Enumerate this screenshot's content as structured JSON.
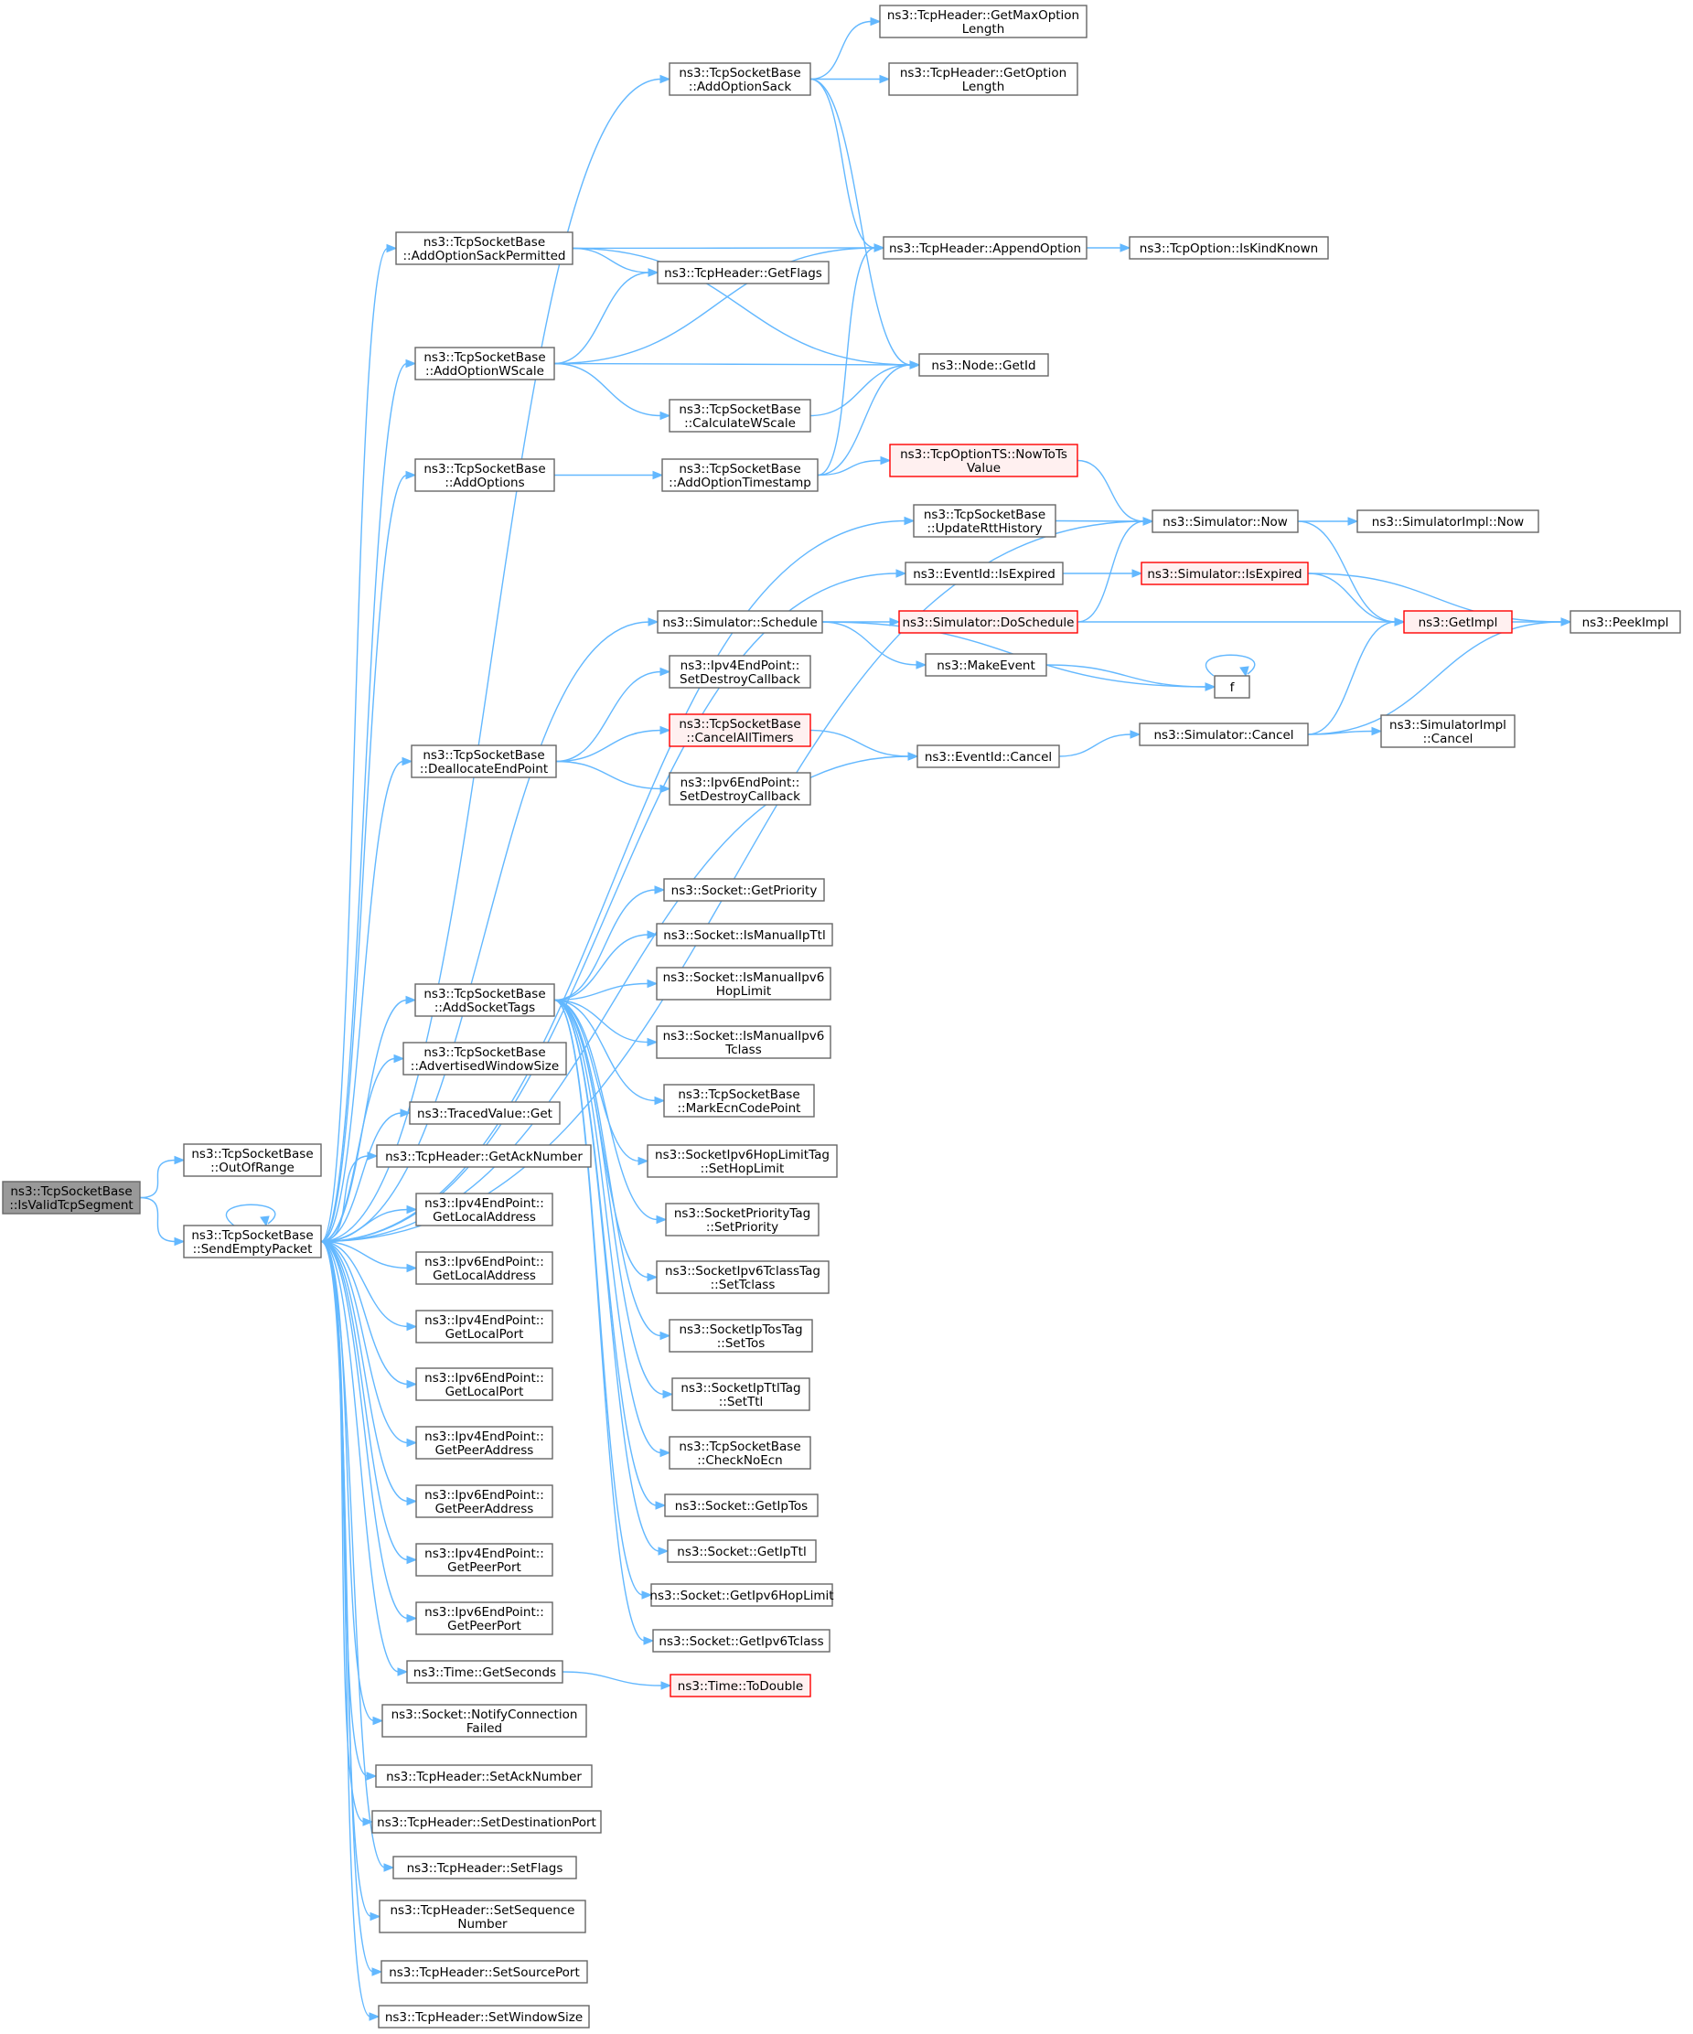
{
  "diagram": {
    "type": "call-graph",
    "colors": {
      "edge": "#63b8ff",
      "node_border": "#666666",
      "root_fill": "#999999",
      "truncated_border": "#ff0000",
      "truncated_fill": "#fff0f0"
    },
    "nodes": [
      {
        "id": "IsValid",
        "lines": [
          "ns3::TcpSocketBase",
          "::IsValidTcpSegment"
        ],
        "style": "root"
      },
      {
        "id": "OutOfRange",
        "lines": [
          "ns3::TcpSocketBase",
          "::OutOfRange"
        ]
      },
      {
        "id": "SendEmpty",
        "lines": [
          "ns3::TcpSocketBase",
          "::SendEmptyPacket"
        ]
      },
      {
        "id": "AddOptionSack",
        "lines": [
          "ns3::TcpSocketBase",
          "::AddOptionSack"
        ]
      },
      {
        "id": "AddOptionSackPermitted",
        "lines": [
          "ns3::TcpSocketBase",
          "::AddOptionSackPermitted"
        ]
      },
      {
        "id": "AddOptionWScale",
        "lines": [
          "ns3::TcpSocketBase",
          "::AddOptionWScale"
        ]
      },
      {
        "id": "AddOptions",
        "lines": [
          "ns3::TcpSocketBase",
          "::AddOptions"
        ]
      },
      {
        "id": "UpdateRtt",
        "lines": [
          "ns3::TcpSocketBase",
          "::UpdateRttHistory"
        ]
      },
      {
        "id": "EvIsExpired",
        "lines": [
          "ns3::EventId::IsExpired"
        ]
      },
      {
        "id": "Schedule",
        "lines": [
          "ns3::Simulator::Schedule"
        ]
      },
      {
        "id": "Dealloc",
        "lines": [
          "ns3::TcpSocketBase",
          "::DeallocateEndPoint"
        ]
      },
      {
        "id": "EvCancel",
        "lines": [
          "ns3::EventId::Cancel"
        ]
      },
      {
        "id": "AddSocketTags",
        "lines": [
          "ns3::TcpSocketBase",
          "::AddSocketTags"
        ]
      },
      {
        "id": "AdvWin",
        "lines": [
          "ns3::TcpSocketBase",
          "::AdvertisedWindowSize"
        ]
      },
      {
        "id": "TracedGet",
        "lines": [
          "ns3::TracedValue::Get"
        ]
      },
      {
        "id": "GetAckNumber",
        "lines": [
          "ns3::TcpHeader::GetAckNumber"
        ]
      },
      {
        "id": "Ipv4LA",
        "lines": [
          "ns3::Ipv4EndPoint::",
          "GetLocalAddress"
        ]
      },
      {
        "id": "Ipv6LA",
        "lines": [
          "ns3::Ipv6EndPoint::",
          "GetLocalAddress"
        ]
      },
      {
        "id": "Ipv4LP",
        "lines": [
          "ns3::Ipv4EndPoint::",
          "GetLocalPort"
        ]
      },
      {
        "id": "Ipv6LP",
        "lines": [
          "ns3::Ipv6EndPoint::",
          "GetLocalPort"
        ]
      },
      {
        "id": "Ipv4PA",
        "lines": [
          "ns3::Ipv4EndPoint::",
          "GetPeerAddress"
        ]
      },
      {
        "id": "Ipv6PA",
        "lines": [
          "ns3::Ipv6EndPoint::",
          "GetPeerAddress"
        ]
      },
      {
        "id": "Ipv4PP",
        "lines": [
          "ns3::Ipv4EndPoint::",
          "GetPeerPort"
        ]
      },
      {
        "id": "Ipv6PP",
        "lines": [
          "ns3::Ipv6EndPoint::",
          "GetPeerPort"
        ]
      },
      {
        "id": "GetSeconds",
        "lines": [
          "ns3::Time::GetSeconds"
        ]
      },
      {
        "id": "NotifyConnFailed",
        "lines": [
          "ns3::Socket::NotifyConnection",
          "Failed"
        ]
      },
      {
        "id": "SetAckNumber",
        "lines": [
          "ns3::TcpHeader::SetAckNumber"
        ]
      },
      {
        "id": "SetDestPort",
        "lines": [
          "ns3::TcpHeader::SetDestinationPort"
        ]
      },
      {
        "id": "SetFlags",
        "lines": [
          "ns3::TcpHeader::SetFlags"
        ]
      },
      {
        "id": "SetSeqNum",
        "lines": [
          "ns3::TcpHeader::SetSequence",
          "Number"
        ]
      },
      {
        "id": "SetSrcPort",
        "lines": [
          "ns3::TcpHeader::SetSourcePort"
        ]
      },
      {
        "id": "SetWinSize",
        "lines": [
          "ns3::TcpHeader::SetWindowSize"
        ]
      },
      {
        "id": "GetMaxOptLen",
        "lines": [
          "ns3::TcpHeader::GetMaxOption",
          "Length"
        ]
      },
      {
        "id": "GetOptLen",
        "lines": [
          "ns3::TcpHeader::GetOption",
          "Length"
        ]
      },
      {
        "id": "AppendOption",
        "lines": [
          "ns3::TcpHeader::AppendOption"
        ]
      },
      {
        "id": "GetFlags",
        "lines": [
          "ns3::TcpHeader::GetFlags"
        ]
      },
      {
        "id": "NodeGetId",
        "lines": [
          "ns3::Node::GetId"
        ]
      },
      {
        "id": "CalcWScale",
        "lines": [
          "ns3::TcpSocketBase",
          "::CalculateWScale"
        ]
      },
      {
        "id": "AddOptTs",
        "lines": [
          "ns3::TcpSocketBase",
          "::AddOptionTimestamp"
        ]
      },
      {
        "id": "NowToTs",
        "lines": [
          "ns3::TcpOptionTS::NowToTs",
          "Value"
        ],
        "style": "trunc"
      },
      {
        "id": "IsKindKnown",
        "lines": [
          "ns3::TcpOption::IsKindKnown"
        ]
      },
      {
        "id": "SimNow",
        "lines": [
          "ns3::Simulator::Now"
        ]
      },
      {
        "id": "SimImplNow",
        "lines": [
          "ns3::SimulatorImpl::Now"
        ]
      },
      {
        "id": "SimIsExpired",
        "lines": [
          "ns3::Simulator::IsExpired"
        ],
        "style": "trunc"
      },
      {
        "id": "DoSchedule",
        "lines": [
          "ns3::Simulator::DoSchedule"
        ],
        "style": "trunc"
      },
      {
        "id": "MakeEvent",
        "lines": [
          "ns3::MakeEvent"
        ]
      },
      {
        "id": "f",
        "lines": [
          "f"
        ]
      },
      {
        "id": "GetImpl",
        "lines": [
          "ns3::GetImpl"
        ],
        "style": "trunc"
      },
      {
        "id": "PeekImpl",
        "lines": [
          "ns3::PeekImpl"
        ]
      },
      {
        "id": "Ipv4SetDestroy",
        "lines": [
          "ns3::Ipv4EndPoint::",
          "SetDestroyCallback"
        ]
      },
      {
        "id": "CancelAllTimers",
        "lines": [
          "ns3::TcpSocketBase",
          "::CancelAllTimers"
        ],
        "style": "trunc"
      },
      {
        "id": "Ipv6SetDestroy",
        "lines": [
          "ns3::Ipv6EndPoint::",
          "SetDestroyCallback"
        ]
      },
      {
        "id": "SimCancel",
        "lines": [
          "ns3::Simulator::Cancel"
        ]
      },
      {
        "id": "SimImplCancel",
        "lines": [
          "ns3::SimulatorImpl",
          "::Cancel"
        ]
      },
      {
        "id": "GetPriority",
        "lines": [
          "ns3::Socket::GetPriority"
        ]
      },
      {
        "id": "IsManualIpTtl",
        "lines": [
          "ns3::Socket::IsManualIpTtl"
        ]
      },
      {
        "id": "IsManualHop",
        "lines": [
          "ns3::Socket::IsManualIpv6",
          "HopLimit"
        ]
      },
      {
        "id": "IsManualTclass",
        "lines": [
          "ns3::Socket::IsManualIpv6",
          "Tclass"
        ]
      },
      {
        "id": "MarkEcn",
        "lines": [
          "ns3::TcpSocketBase",
          "::MarkEcnCodePoint"
        ]
      },
      {
        "id": "SetHopLimit",
        "lines": [
          "ns3::SocketIpv6HopLimitTag",
          "::SetHopLimit"
        ]
      },
      {
        "id": "SetPriority",
        "lines": [
          "ns3::SocketPriorityTag",
          "::SetPriority"
        ]
      },
      {
        "id": "SetTclass",
        "lines": [
          "ns3::SocketIpv6TclassTag",
          "::SetTclass"
        ]
      },
      {
        "id": "SetTos",
        "lines": [
          "ns3::SocketIpTosTag",
          "::SetTos"
        ]
      },
      {
        "id": "SetTtl",
        "lines": [
          "ns3::SocketIpTtlTag",
          "::SetTtl"
        ]
      },
      {
        "id": "CheckNoEcn",
        "lines": [
          "ns3::TcpSocketBase",
          "::CheckNoEcn"
        ]
      },
      {
        "id": "GetIpTos",
        "lines": [
          "ns3::Socket::GetIpTos"
        ]
      },
      {
        "id": "GetIpTtl",
        "lines": [
          "ns3::Socket::GetIpTtl"
        ]
      },
      {
        "id": "GetHopLimit",
        "lines": [
          "ns3::Socket::GetIpv6HopLimit"
        ]
      },
      {
        "id": "GetTclass",
        "lines": [
          "ns3::Socket::GetIpv6Tclass"
        ]
      },
      {
        "id": "ToDouble",
        "lines": [
          "ns3::Time::ToDouble"
        ],
        "style": "trunc"
      }
    ],
    "edges": [
      [
        "IsValid",
        "OutOfRange"
      ],
      [
        "IsValid",
        "SendEmpty"
      ],
      [
        "SendEmpty",
        "SendEmpty"
      ],
      [
        "SendEmpty",
        "AddOptionSack"
      ],
      [
        "SendEmpty",
        "SimNow"
      ],
      [
        "SendEmpty",
        "AddOptionSackPermitted"
      ],
      [
        "SendEmpty",
        "AddOptionWScale"
      ],
      [
        "SendEmpty",
        "AddOptions"
      ],
      [
        "SendEmpty",
        "UpdateRtt"
      ],
      [
        "SendEmpty",
        "EvIsExpired"
      ],
      [
        "SendEmpty",
        "Schedule"
      ],
      [
        "SendEmpty",
        "Dealloc"
      ],
      [
        "SendEmpty",
        "EvCancel"
      ],
      [
        "SendEmpty",
        "AddSocketTags"
      ],
      [
        "SendEmpty",
        "AdvWin"
      ],
      [
        "SendEmpty",
        "TracedGet"
      ],
      [
        "SendEmpty",
        "GetAckNumber"
      ],
      [
        "SendEmpty",
        "Ipv4LA"
      ],
      [
        "SendEmpty",
        "Ipv6LA"
      ],
      [
        "SendEmpty",
        "Ipv4LP"
      ],
      [
        "SendEmpty",
        "Ipv6LP"
      ],
      [
        "SendEmpty",
        "Ipv4PA"
      ],
      [
        "SendEmpty",
        "Ipv6PA"
      ],
      [
        "SendEmpty",
        "Ipv4PP"
      ],
      [
        "SendEmpty",
        "Ipv6PP"
      ],
      [
        "SendEmpty",
        "GetSeconds"
      ],
      [
        "SendEmpty",
        "NotifyConnFailed"
      ],
      [
        "SendEmpty",
        "SetAckNumber"
      ],
      [
        "SendEmpty",
        "SetDestPort"
      ],
      [
        "SendEmpty",
        "SetFlags"
      ],
      [
        "SendEmpty",
        "SetSeqNum"
      ],
      [
        "SendEmpty",
        "SetSrcPort"
      ],
      [
        "SendEmpty",
        "SetWinSize"
      ],
      [
        "AddOptionSack",
        "GetMaxOptLen"
      ],
      [
        "AddOptionSack",
        "GetOptLen"
      ],
      [
        "AddOptionSack",
        "AppendOption"
      ],
      [
        "AddOptionSack",
        "NodeGetId"
      ],
      [
        "AddOptionSackPermitted",
        "AppendOption"
      ],
      [
        "AddOptionSackPermitted",
        "GetFlags"
      ],
      [
        "AddOptionSackPermitted",
        "NodeGetId"
      ],
      [
        "AddOptionWScale",
        "GetFlags"
      ],
      [
        "AddOptionWScale",
        "AppendOption"
      ],
      [
        "AddOptionWScale",
        "NodeGetId"
      ],
      [
        "AddOptionWScale",
        "CalcWScale"
      ],
      [
        "CalcWScale",
        "NodeGetId"
      ],
      [
        "AddOptions",
        "AddOptTs"
      ],
      [
        "AddOptTs",
        "AppendOption"
      ],
      [
        "AddOptTs",
        "NodeGetId"
      ],
      [
        "AddOptTs",
        "NowToTs"
      ],
      [
        "AppendOption",
        "IsKindKnown"
      ],
      [
        "NowToTs",
        "SimNow"
      ],
      [
        "UpdateRtt",
        "SimNow"
      ],
      [
        "SimNow",
        "SimImplNow"
      ],
      [
        "SimNow",
        "GetImpl"
      ],
      [
        "EvIsExpired",
        "SimIsExpired"
      ],
      [
        "SimIsExpired",
        "GetImpl"
      ],
      [
        "SimIsExpired",
        "PeekImpl"
      ],
      [
        "Schedule",
        "DoSchedule"
      ],
      [
        "Schedule",
        "MakeEvent"
      ],
      [
        "Schedule",
        "f"
      ],
      [
        "DoSchedule",
        "SimNow"
      ],
      [
        "DoSchedule",
        "GetImpl"
      ],
      [
        "MakeEvent",
        "f"
      ],
      [
        "f",
        "f"
      ],
      [
        "GetImpl",
        "PeekImpl"
      ],
      [
        "Dealloc",
        "Ipv4SetDestroy"
      ],
      [
        "Dealloc",
        "CancelAllTimers"
      ],
      [
        "Dealloc",
        "Ipv6SetDestroy"
      ],
      [
        "CancelAllTimers",
        "EvCancel"
      ],
      [
        "EvCancel",
        "SimCancel"
      ],
      [
        "SimCancel",
        "GetImpl"
      ],
      [
        "SimCancel",
        "PeekImpl"
      ],
      [
        "SimCancel",
        "SimImplCancel"
      ],
      [
        "AddSocketTags",
        "GetPriority"
      ],
      [
        "AddSocketTags",
        "IsManualIpTtl"
      ],
      [
        "AddSocketTags",
        "IsManualHop"
      ],
      [
        "AddSocketTags",
        "IsManualTclass"
      ],
      [
        "AddSocketTags",
        "MarkEcn"
      ],
      [
        "AddSocketTags",
        "SetHopLimit"
      ],
      [
        "AddSocketTags",
        "SetPriority"
      ],
      [
        "AddSocketTags",
        "SetTclass"
      ],
      [
        "AddSocketTags",
        "SetTos"
      ],
      [
        "AddSocketTags",
        "SetTtl"
      ],
      [
        "AddSocketTags",
        "CheckNoEcn"
      ],
      [
        "AddSocketTags",
        "GetIpTos"
      ],
      [
        "AddSocketTags",
        "GetIpTtl"
      ],
      [
        "AddSocketTags",
        "GetHopLimit"
      ],
      [
        "AddSocketTags",
        "GetTclass"
      ],
      [
        "GetSeconds",
        "ToDouble"
      ]
    ]
  }
}
